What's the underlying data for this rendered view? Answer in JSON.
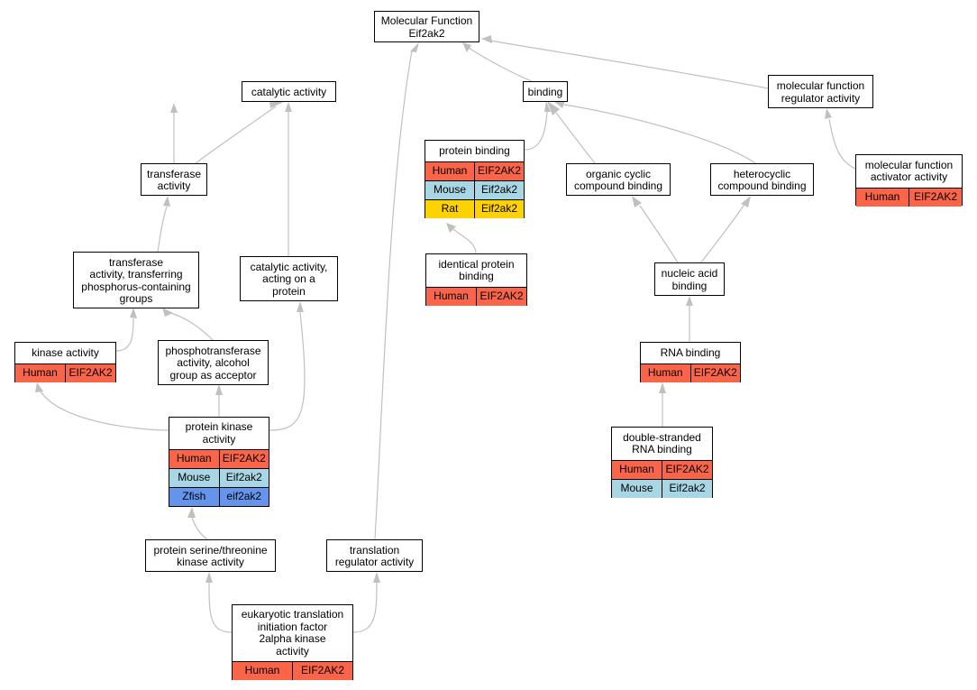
{
  "colors": {
    "edge": "#c0c0c0",
    "human": "#fa6448",
    "mouse": "#a8d6e4",
    "rat": "#fcd202",
    "zfish": "#6494ec"
  },
  "nodes": {
    "mf_root": {
      "title": "Molecular Function\nEif2ak2",
      "annotations": []
    },
    "catalytic": {
      "title": "catalytic activity",
      "annotations": []
    },
    "binding": {
      "title": "binding",
      "annotations": []
    },
    "mf_regulator": {
      "title": "molecular function\nregulator activity",
      "annotations": []
    },
    "transferase": {
      "title": "transferase\nactivity",
      "annotations": []
    },
    "protein_binding": {
      "title": "protein binding",
      "annotations": [
        {
          "species": "Human",
          "gene": "EIF2AK2",
          "color": "human"
        },
        {
          "species": "Mouse",
          "gene": "Eif2ak2",
          "color": "mouse"
        },
        {
          "species": "Rat",
          "gene": "Eif2ak2",
          "color": "rat"
        }
      ]
    },
    "organic_cyclic": {
      "title": "organic cyclic\ncompound binding",
      "annotations": []
    },
    "heterocyclic": {
      "title": "heterocyclic\ncompound binding",
      "annotations": []
    },
    "mf_activator": {
      "title": "molecular function\nactivator activity",
      "annotations": [
        {
          "species": "Human",
          "gene": "EIF2AK2",
          "color": "human"
        }
      ]
    },
    "transferase_phos": {
      "title": "transferase\nactivity, transferring\nphosphorus-containing\ngroups",
      "annotations": []
    },
    "catalytic_protein": {
      "title": "catalytic activity,\nacting on a\nprotein",
      "annotations": []
    },
    "identical_protein": {
      "title": "identical protein\nbinding",
      "annotations": [
        {
          "species": "Human",
          "gene": "EIF2AK2",
          "color": "human"
        }
      ]
    },
    "nucleic_acid": {
      "title": "nucleic acid\nbinding",
      "annotations": []
    },
    "kinase": {
      "title": "kinase activity",
      "annotations": [
        {
          "species": "Human",
          "gene": "EIF2AK2",
          "color": "human"
        }
      ]
    },
    "phosphotransferase": {
      "title": "phosphotransferase\nactivity, alcohol\ngroup as acceptor",
      "annotations": []
    },
    "rna_binding": {
      "title": "RNA binding",
      "annotations": [
        {
          "species": "Human",
          "gene": "EIF2AK2",
          "color": "human"
        }
      ]
    },
    "protein_kinase": {
      "title": "protein kinase\nactivity",
      "annotations": [
        {
          "species": "Human",
          "gene": "EIF2AK2",
          "color": "human"
        },
        {
          "species": "Mouse",
          "gene": "Eif2ak2",
          "color": "mouse"
        },
        {
          "species": "Zfish",
          "gene": "eif2ak2",
          "color": "zfish"
        }
      ]
    },
    "ds_rna": {
      "title": "double-stranded\nRNA binding",
      "annotations": [
        {
          "species": "Human",
          "gene": "EIF2AK2",
          "color": "human"
        },
        {
          "species": "Mouse",
          "gene": "Eif2ak2",
          "color": "mouse"
        }
      ]
    },
    "ser_thr_kinase": {
      "title": "protein serine/threonine\nkinase activity",
      "annotations": []
    },
    "translation_reg": {
      "title": "translation\nregulator activity",
      "annotations": []
    },
    "eif2a_kinase": {
      "title": "eukaryotic translation\ninitiation factor\n2alpha kinase\nactivity",
      "annotations": [
        {
          "species": "Human",
          "gene": "EIF2AK2",
          "color": "human"
        }
      ]
    }
  },
  "edges": [
    {
      "from": "catalytic",
      "to": "mf_root"
    },
    {
      "from": "translation_reg",
      "to": "mf_root"
    },
    {
      "from": "binding",
      "to": "mf_root"
    },
    {
      "from": "mf_regulator",
      "to": "mf_root"
    },
    {
      "from": "transferase",
      "to": "catalytic"
    },
    {
      "from": "catalytic_protein",
      "to": "catalytic"
    },
    {
      "from": "protein_binding",
      "to": "binding"
    },
    {
      "from": "organic_cyclic",
      "to": "binding"
    },
    {
      "from": "heterocyclic",
      "to": "binding"
    },
    {
      "from": "mf_activator",
      "to": "mf_regulator"
    },
    {
      "from": "transferase_phos",
      "to": "transferase"
    },
    {
      "from": "identical_protein",
      "to": "protein_binding"
    },
    {
      "from": "nucleic_acid",
      "to": "organic_cyclic"
    },
    {
      "from": "nucleic_acid",
      "to": "heterocyclic"
    },
    {
      "from": "kinase",
      "to": "transferase_phos"
    },
    {
      "from": "phosphotransferase",
      "to": "transferase_phos"
    },
    {
      "from": "rna_binding",
      "to": "nucleic_acid"
    },
    {
      "from": "protein_kinase",
      "to": "kinase"
    },
    {
      "from": "protein_kinase",
      "to": "phosphotransferase"
    },
    {
      "from": "protein_kinase",
      "to": "catalytic_protein"
    },
    {
      "from": "ds_rna",
      "to": "rna_binding"
    },
    {
      "from": "ser_thr_kinase",
      "to": "protein_kinase"
    },
    {
      "from": "eif2a_kinase",
      "to": "ser_thr_kinase"
    },
    {
      "from": "eif2a_kinase",
      "to": "translation_reg"
    }
  ]
}
